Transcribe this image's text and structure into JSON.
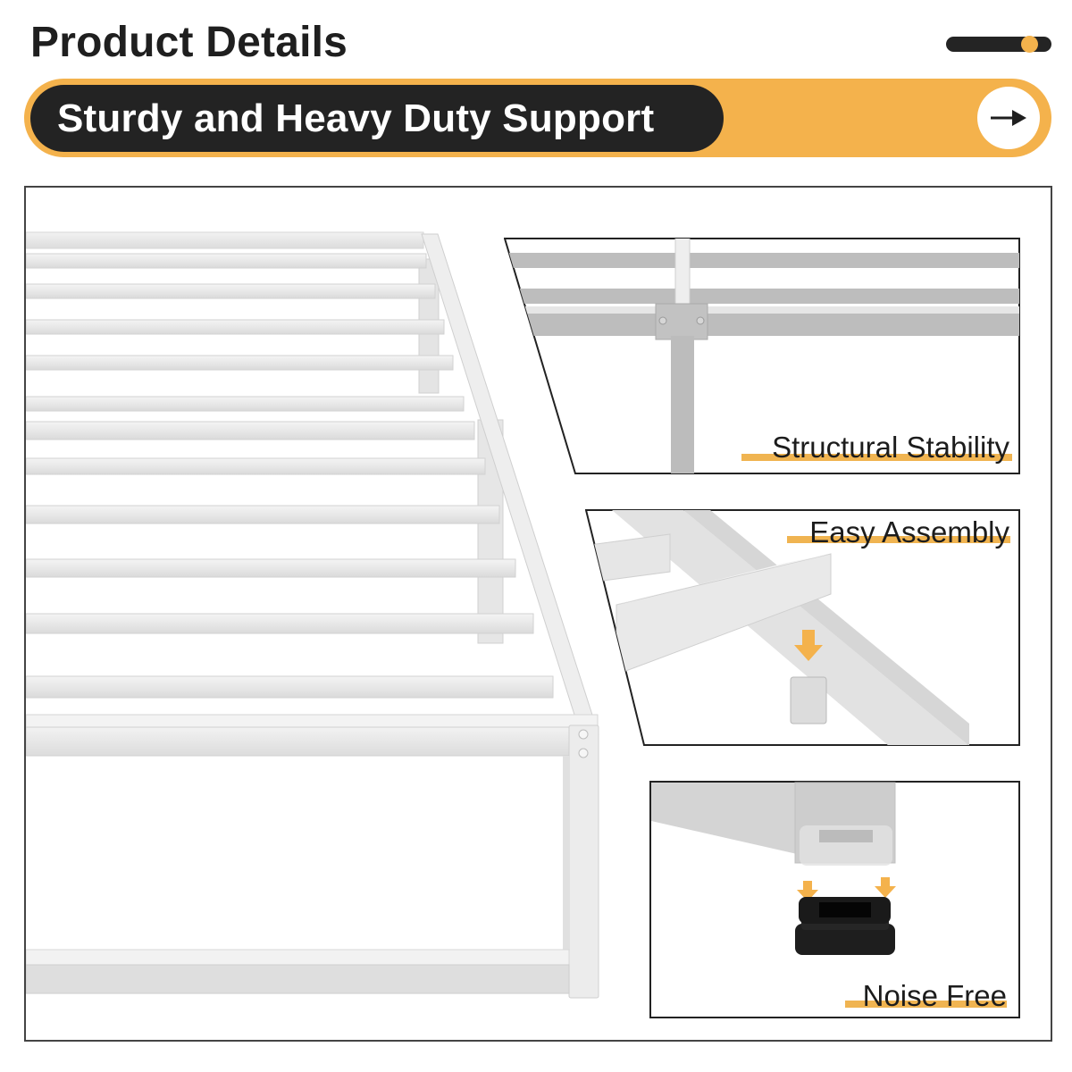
{
  "header": {
    "title": "Product Details"
  },
  "carousel": {
    "indicator": "page-indicator",
    "position_percent": 80
  },
  "banner": {
    "headline": "Sturdy and Heavy Duty Support",
    "next_button_icon": "arrow-right-icon"
  },
  "colors": {
    "accent": "#f4b24c",
    "dark": "#232323",
    "frame_metal": "#e6e6e6",
    "frame_shadow": "#bdbdbd"
  },
  "main_image": {
    "subject": "white metal platform bed frame with slats"
  },
  "features": [
    {
      "label": "Structural Stability",
      "image": "center-support-joint"
    },
    {
      "label": "Easy Assembly",
      "image": "slot-in-slat-connector",
      "icon": "arrow-down-icon"
    },
    {
      "label": "Noise Free",
      "image": "rubber-foot-cap",
      "icon": "arrow-down-icon"
    }
  ]
}
